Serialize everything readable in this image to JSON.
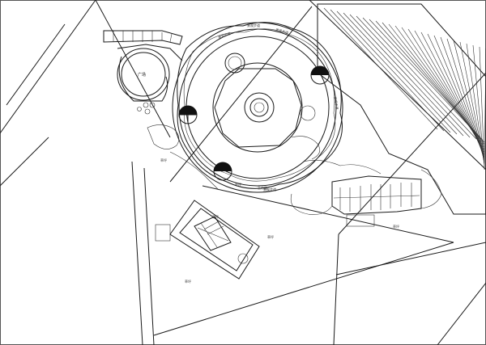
{
  "labels": {
    "plaza": "广场",
    "lawn": "草坪",
    "jade_road": "玉带路"
  },
  "colors": {
    "line": "#1a1a1a",
    "background": "#ffffff"
  }
}
